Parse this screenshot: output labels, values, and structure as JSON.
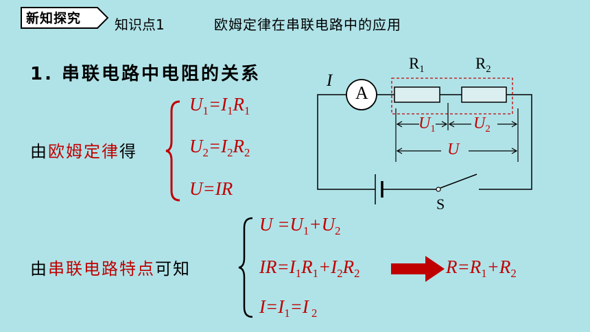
{
  "header": {
    "tag": "新知探究",
    "knowledge_point": "知识点1",
    "title": "欧姆定律在串联电路中的应用"
  },
  "section": {
    "heading": "1.  串联电路中电阻的关系"
  },
  "ohm": {
    "prefix": "由",
    "highlight": "欧姆定律",
    "suffix": "得"
  },
  "series": {
    "prefix": "由",
    "highlight": "串联电路特点",
    "suffix": "可知"
  },
  "eq1": {
    "a": "U",
    "a_sub": "1",
    "eq": "=",
    "b": "I",
    "b_sub": "1",
    "c": "R",
    "c_sub": "1"
  },
  "eq2": {
    "a": "U",
    "a_sub": "2",
    "eq": "=",
    "b": "I",
    "b_sub": "2",
    "c": "R",
    "c_sub": "2"
  },
  "eq3": {
    "text": "U=IR"
  },
  "eq4": {
    "a": "U",
    "mid": " =",
    "b": "U",
    "b_sub": "1",
    "plus": "+",
    "c": "U",
    "c_sub": "2"
  },
  "eq5": {
    "a": "IR",
    "eq": "=",
    "b": "I",
    "b_sub": "1",
    "c": "R",
    "c_sub": "1",
    "plus": "+",
    "d": "I",
    "d_sub": "2",
    "e": "R",
    "e_sub": "2"
  },
  "eq6": {
    "a": "I",
    "eq": "=",
    "b": "I",
    "b_sub": "1",
    "eq2": "=",
    "c": "I",
    "c_sub": " 2"
  },
  "result": {
    "a": "R",
    "eq": "=",
    "b": "R",
    "b_sub": "1",
    "plus": "+",
    "c": "R",
    "c_sub": "2"
  },
  "circuit": {
    "current_label": "I",
    "ammeter": "A",
    "r1": "R",
    "r1_sub": "1",
    "r2": "R",
    "r2_sub": "2",
    "u1": "U",
    "u1_sub": "1",
    "u2": "U",
    "u2_sub": "2",
    "u": "U",
    "switch": "S"
  },
  "colors": {
    "background": "#b0e3e8",
    "red": "#c00000",
    "resistor_fill": "#dbeef0"
  }
}
